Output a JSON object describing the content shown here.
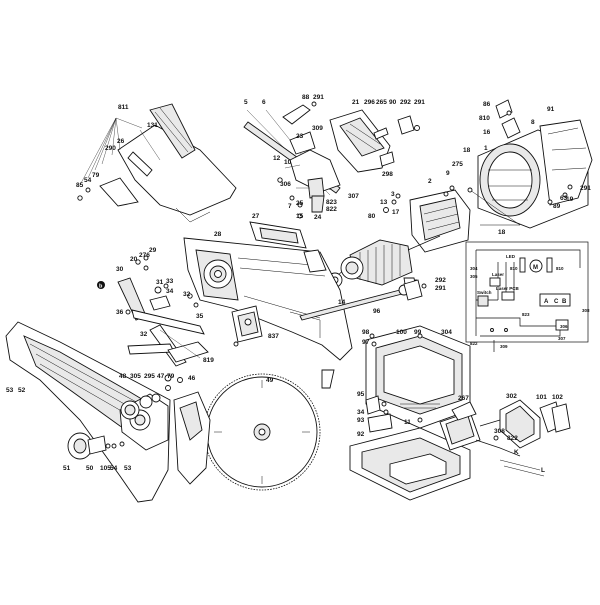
{
  "diagram": {
    "labels": [
      {
        "id": "p811",
        "text": "811"
      },
      {
        "id": "p131",
        "text": "131"
      },
      {
        "id": "p26",
        "text": "26"
      },
      {
        "id": "p290",
        "text": "290"
      },
      {
        "id": "p79",
        "text": "79"
      },
      {
        "id": "p54a",
        "text": "54"
      },
      {
        "id": "p85",
        "text": "85"
      },
      {
        "id": "p5",
        "text": "5"
      },
      {
        "id": "p6",
        "text": "6"
      },
      {
        "id": "p88",
        "text": "88"
      },
      {
        "id": "p291a",
        "text": "291"
      },
      {
        "id": "p23",
        "text": "23"
      },
      {
        "id": "p309",
        "text": "309"
      },
      {
        "id": "p12",
        "text": "12"
      },
      {
        "id": "p10",
        "text": "10"
      },
      {
        "id": "p306",
        "text": "306"
      },
      {
        "id": "p7",
        "text": "7"
      },
      {
        "id": "p25",
        "text": "25"
      },
      {
        "id": "p15",
        "text": "15"
      },
      {
        "id": "p24",
        "text": "24"
      },
      {
        "id": "p823",
        "text": "823"
      },
      {
        "id": "p822",
        "text": "822"
      },
      {
        "id": "p307",
        "text": "307"
      },
      {
        "id": "p21",
        "text": "21"
      },
      {
        "id": "p296",
        "text": "296"
      },
      {
        "id": "p265",
        "text": "265"
      },
      {
        "id": "p90",
        "text": "90"
      },
      {
        "id": "p292a",
        "text": "292"
      },
      {
        "id": "p291b",
        "text": "291"
      },
      {
        "id": "p298",
        "text": "298"
      },
      {
        "id": "p86",
        "text": "86"
      },
      {
        "id": "p810",
        "text": "810"
      },
      {
        "id": "p16",
        "text": "16"
      },
      {
        "id": "p91",
        "text": "91"
      },
      {
        "id": "p8",
        "text": "8"
      },
      {
        "id": "p1",
        "text": "1"
      },
      {
        "id": "p18a",
        "text": "18"
      },
      {
        "id": "p275",
        "text": "275"
      },
      {
        "id": "p9",
        "text": "9"
      },
      {
        "id": "p2",
        "text": "2"
      },
      {
        "id": "p3",
        "text": "3"
      },
      {
        "id": "p13",
        "text": "13"
      },
      {
        "id": "p17",
        "text": "17"
      },
      {
        "id": "p80",
        "text": "80"
      },
      {
        "id": "p18b",
        "text": "18"
      },
      {
        "id": "p19",
        "text": "19"
      },
      {
        "id": "p89",
        "text": "89"
      },
      {
        "id": "p63",
        "text": "63"
      },
      {
        "id": "p291c",
        "text": "291"
      },
      {
        "id": "p27",
        "text": "27"
      },
      {
        "id": "p28",
        "text": "28"
      },
      {
        "id": "p29",
        "text": "29"
      },
      {
        "id": "p20",
        "text": "20"
      },
      {
        "id": "p276",
        "text": "276"
      },
      {
        "id": "p30",
        "text": "30"
      },
      {
        "id": "p31",
        "text": "31"
      },
      {
        "id": "p33",
        "text": "33"
      },
      {
        "id": "p34",
        "text": "34"
      },
      {
        "id": "p32a",
        "text": "32"
      },
      {
        "id": "p35",
        "text": "35"
      },
      {
        "id": "p36",
        "text": "36"
      },
      {
        "id": "p32b",
        "text": "32"
      },
      {
        "id": "p14",
        "text": "14"
      },
      {
        "id": "p96",
        "text": "96"
      },
      {
        "id": "p292b",
        "text": "292"
      },
      {
        "id": "p291d",
        "text": "291"
      },
      {
        "id": "p837",
        "text": "837"
      },
      {
        "id": "p819",
        "text": "819"
      },
      {
        "id": "p98",
        "text": "98"
      },
      {
        "id": "p100",
        "text": "100"
      },
      {
        "id": "p99",
        "text": "99"
      },
      {
        "id": "p304",
        "text": "304"
      },
      {
        "id": "p97",
        "text": "97"
      },
      {
        "id": "p49",
        "text": "49"
      },
      {
        "id": "p48",
        "text": "48"
      },
      {
        "id": "p305",
        "text": "305"
      },
      {
        "id": "p295",
        "text": "295"
      },
      {
        "id": "p47",
        "text": "47"
      },
      {
        "id": "p79b",
        "text": "79"
      },
      {
        "id": "p46",
        "text": "46"
      },
      {
        "id": "p53",
        "text": "53"
      },
      {
        "id": "p52",
        "text": "52"
      },
      {
        "id": "p95",
        "text": "95"
      },
      {
        "id": "p34b",
        "text": "34"
      },
      {
        "id": "p11",
        "text": "11"
      },
      {
        "id": "p93",
        "text": "93"
      },
      {
        "id": "p92",
        "text": "92"
      },
      {
        "id": "p267",
        "text": "267"
      },
      {
        "id": "p302",
        "text": "302"
      },
      {
        "id": "p101",
        "text": "101"
      },
      {
        "id": "p102",
        "text": "102"
      },
      {
        "id": "p308",
        "text": "308"
      },
      {
        "id": "p822b",
        "text": "822"
      },
      {
        "id": "p51",
        "text": "51"
      },
      {
        "id": "p50",
        "text": "50"
      },
      {
        "id": "p105",
        "text": "105"
      },
      {
        "id": "p54b",
        "text": "54"
      },
      {
        "id": "p53b",
        "text": "53"
      },
      {
        "id": "pB",
        "text": "b"
      }
    ],
    "schematic": {
      "labels": [
        {
          "id": "s_m",
          "text": "M"
        },
        {
          "id": "s_810a",
          "text": "810"
        },
        {
          "id": "s_810b",
          "text": "810"
        },
        {
          "id": "s_led",
          "text": "LED"
        },
        {
          "id": "s_laser",
          "text": "Laser"
        },
        {
          "id": "s_lpcb",
          "text": "Laser PCB"
        },
        {
          "id": "s_switch",
          "text": "Switch"
        },
        {
          "id": "s_a",
          "text": "A"
        },
        {
          "id": "s_c",
          "text": "C"
        },
        {
          "id": "s_b",
          "text": "B"
        },
        {
          "id": "s_823",
          "text": "823"
        },
        {
          "id": "s_306",
          "text": "306"
        },
        {
          "id": "s_307",
          "text": "307"
        },
        {
          "id": "s_822",
          "text": "822"
        },
        {
          "id": "s_309",
          "text": "309"
        },
        {
          "id": "s_308",
          "text": "308"
        },
        {
          "id": "s_304",
          "text": "304"
        },
        {
          "id": "s_305",
          "text": "305"
        },
        {
          "id": "s_k",
          "text": "K"
        },
        {
          "id": "s_l",
          "text": "L"
        }
      ]
    },
    "colors": {
      "line": "#111111",
      "fill": "#ffffff",
      "shade_light": "#e9e9e9",
      "shade_dark": "#cfcfcf"
    }
  }
}
